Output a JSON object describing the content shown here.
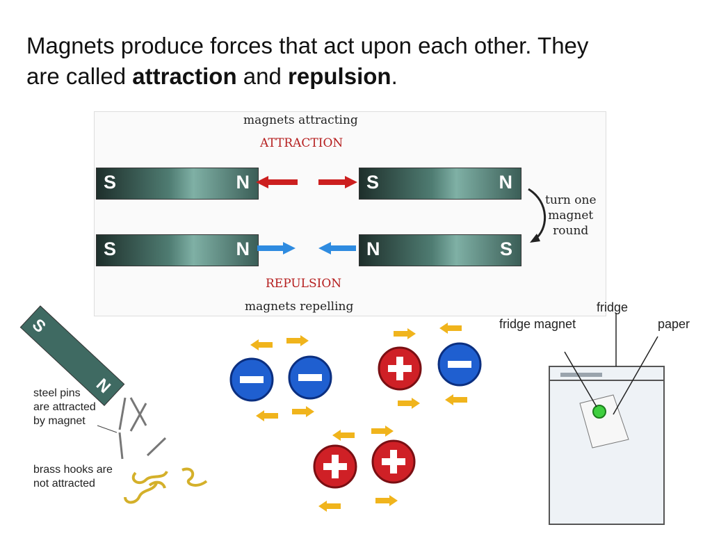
{
  "heading": {
    "line1": "Magnets produce forces that act upon each other.  They",
    "line2_pre": "are called ",
    "attraction": "attraction",
    "and": " and ",
    "repulsion": "repulsion",
    "period": "."
  },
  "diagram": {
    "magnets_attracting": "magnets attracting",
    "attraction_label": "ATTRACTION",
    "repulsion_label": "REPULSION",
    "magnets_repelling": "magnets repelling",
    "turn_one": "turn one",
    "magnet_word": "magnet",
    "round_word": "round",
    "magnet_top_left": {
      "left": "S",
      "right": "N"
    },
    "magnet_top_right": {
      "left": "S",
      "right": "N"
    },
    "magnet_bottom_left": {
      "left": "S",
      "right": "N"
    },
    "magnet_bottom_right": {
      "left": "N",
      "right": "S"
    },
    "arrow_colors": {
      "attract": "#cc1f1f",
      "repel": "#2e8be0"
    }
  },
  "pins": {
    "bar_s": "S",
    "bar_n": "N",
    "steel_line1": "steel pins",
    "steel_line2": "are attracted",
    "steel_line3": "by magnet",
    "brass_line1": "brass hooks are",
    "brass_line2": "not attracted"
  },
  "fridge": {
    "fridge_label": "fridge",
    "magnet_label": "fridge magnet",
    "paper_label": "paper"
  }
}
